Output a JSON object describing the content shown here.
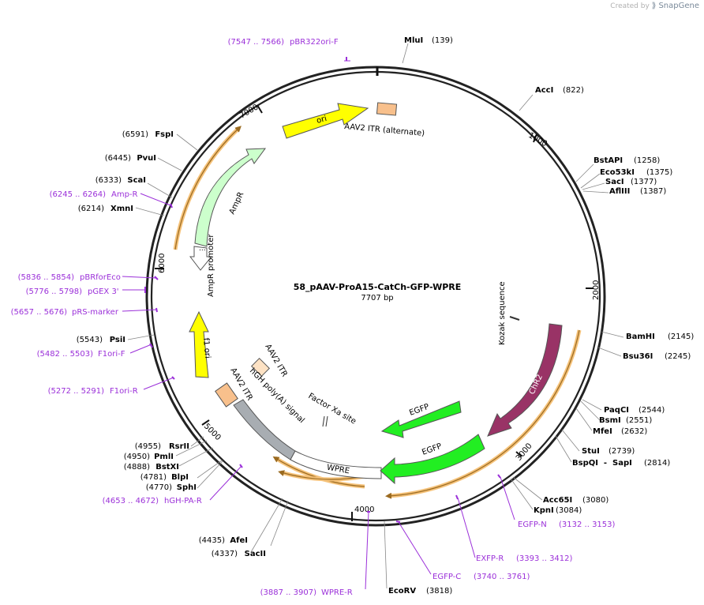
{
  "credit": {
    "created_by": "Created by",
    "brand": "SnapGene"
  },
  "plasmid": {
    "name": "58_pAAV-ProA15-CatCh-GFP-WPRE",
    "size_label": "7707 bp",
    "length": 7707
  },
  "tick_labels": [
    "1000",
    "2000",
    "3000",
    "4000",
    "5000",
    "6000",
    "7000"
  ],
  "enzymes": [
    {
      "name": "MluI",
      "pos": "(139)"
    },
    {
      "name": "AccI",
      "pos": "(822)"
    },
    {
      "name": "BstAPI",
      "pos": "(1258)"
    },
    {
      "name": "Eco53kI",
      "pos": "(1375)"
    },
    {
      "name": "SacI",
      "pos": "(1377)"
    },
    {
      "name": "AflIII",
      "pos": "(1387)"
    },
    {
      "name": "BamHI",
      "pos": "(2145)"
    },
    {
      "name": "Bsu36I",
      "pos": "(2245)"
    },
    {
      "name": "PaqCI",
      "pos": "(2544)"
    },
    {
      "name": "BsmI",
      "pos": "(2551)"
    },
    {
      "name": "MfeI",
      "pos": "(2632)"
    },
    {
      "name": "StuI",
      "pos": "(2739)"
    },
    {
      "name": "BspQI  -  SapI",
      "pos": "(2814)"
    },
    {
      "name": "Acc65I",
      "pos": "(3080)"
    },
    {
      "name": "KpnI",
      "pos": "(3084)"
    },
    {
      "name": "EcoRV",
      "pos": "(3818)"
    },
    {
      "name": "SacII",
      "pos": "(4337)"
    },
    {
      "name": "AfeI",
      "pos": "(4435)"
    },
    {
      "name": "SphI",
      "pos": "(4770)"
    },
    {
      "name": "BlpI",
      "pos": "(4781)"
    },
    {
      "name": "BstXI",
      "pos": "(4888)"
    },
    {
      "name": "PmlI",
      "pos": "(4950)"
    },
    {
      "name": "RsrII",
      "pos": "(4955)"
    },
    {
      "name": "PsiI",
      "pos": "(5543)"
    },
    {
      "name": "XmnI",
      "pos": "(6214)"
    },
    {
      "name": "ScaI",
      "pos": "(6333)"
    },
    {
      "name": "PvuI",
      "pos": "(6445)"
    },
    {
      "name": "FspI",
      "pos": "(6591)"
    }
  ],
  "primers": [
    {
      "name": "pBR322ori-F",
      "range": "(7547 .. 7566)"
    },
    {
      "name": "EGFP-N",
      "range": "(3132 .. 3153)"
    },
    {
      "name": "EXFP-R",
      "range": "(3393 .. 3412)"
    },
    {
      "name": "EGFP-C",
      "range": "(3740 .. 3761)"
    },
    {
      "name": "WPRE-R",
      "range": "(3887 .. 3907)"
    },
    {
      "name": "hGH-PA-R",
      "range": "(4653 .. 4672)"
    },
    {
      "name": "F1ori-R",
      "range": "(5272 .. 5291)"
    },
    {
      "name": "F1ori-F",
      "range": "(5482 .. 5503)"
    },
    {
      "name": "pRS-marker",
      "range": "(5657 .. 5676)"
    },
    {
      "name": "pGEX 3'",
      "range": "(5776 .. 5798)"
    },
    {
      "name": "pBRforEco",
      "range": "(5836 .. 5854)"
    },
    {
      "name": "Amp-R",
      "range": "(6245 .. 6264)"
    }
  ],
  "features": {
    "ori": "ori",
    "aav2_itr_alt": "AAV2 ITR (alternate)",
    "ampr": "AmpR",
    "ampr_promoter": "AmpR promoter",
    "ampr_promoter_dots": "...",
    "kozak": "Kozak sequence",
    "chr2": "ChR2",
    "egfp_1": "EGFP",
    "egfp_2": "EGFP",
    "wpre": "WPRE",
    "factor_xa": "Factor Xa site",
    "hgh_polya": "hGH poly(A) signal",
    "aav2_itr_1": "AAV2 ITR",
    "aav2_itr_2": "AAV2 ITR",
    "f1_ori": "f1 ori"
  },
  "colors": {
    "backbone": "#222222",
    "enzyme_text": "#000000",
    "primer": "#9b30d9",
    "leader_line": "#888888",
    "orf_fill": "#f5c27a",
    "orf_stroke": "#9a6a20",
    "ori_fill": "#ffff00",
    "itr_fill": "#f8c08c",
    "itr_pale_fill": "#fde2c4",
    "ampr_fill": "#ccffcc",
    "chr2_fill": "#993366",
    "egfp_fill": "#22ee22",
    "polya_fill": "#a8adb2",
    "wpre_fill": "#ffffff"
  }
}
